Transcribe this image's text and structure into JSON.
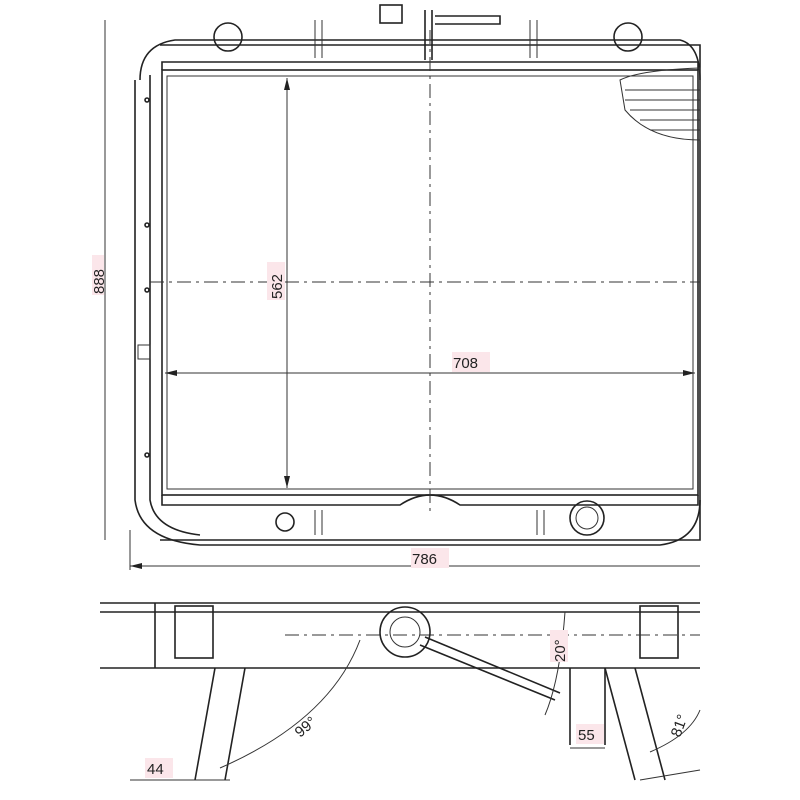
{
  "drawing": {
    "title": "Radiator dimension drawing",
    "dimensions": {
      "core_height": "562",
      "core_width": "708",
      "overall_width": "786",
      "overall_height_clipped": "888",
      "filler_angle": "20°",
      "inlet_angle": "99°",
      "outlet_angle": "81°",
      "pipe_spacing": "55",
      "inlet_offset": "44"
    },
    "colors": {
      "line": "#222222",
      "label_highlight": "#fbe6ea"
    }
  }
}
